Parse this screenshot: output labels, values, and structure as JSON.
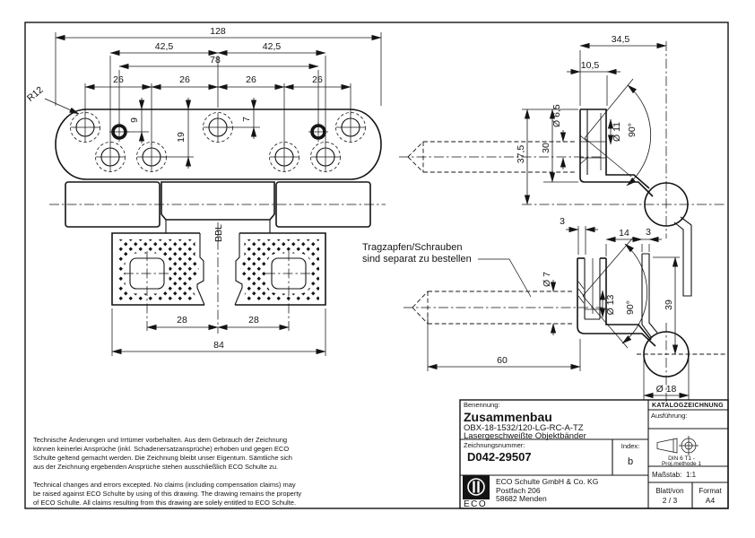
{
  "annotation": {
    "line1": "Tragzapfen/Schrauben",
    "line2": "sind separat zu bestellen"
  },
  "front_view": {
    "dim_128": "128",
    "dim_425": "42,5",
    "dim_78": "78",
    "dim_26": "26",
    "radius_r12": "R12",
    "dim_9": "9",
    "dim_19": "19",
    "dim_7": "7",
    "label_bbl": "BBL",
    "dim_28": "28",
    "dim_84": "84"
  },
  "side_view_top": {
    "dim_345": "34,5",
    "dim_105": "10,5",
    "dia_65": "Ø 6,5",
    "dia_11": "Ø 11",
    "angle_90": "90°",
    "dim_375": "37,5",
    "dim_30": "30"
  },
  "side_view_bottom": {
    "dim_3_wall": "3",
    "dim_14": "14",
    "dim_3_gap": "3",
    "dia_7": "Ø 7",
    "dia_13": "Ø 13",
    "angle_90": "90°",
    "dim_39": "39",
    "dim_60": "60",
    "dia_18": "Ø 18"
  },
  "notes": {
    "german": [
      "Technische Änderungen und Irrtümer vorbehalten. Aus dem Gebrauch der Zeichnung",
      "können keinerlei Ansprüche (inkl. Schadenersatzansprüche) erhoben und gegen ECO",
      "Schulte geltend gemacht werden. Die Zeichnung bleibt unser Eigentum. Sämtliche sich",
      "aus der Zeichnung ergebenden Ansprüche stehen ausschließlich ECO Schulte zu."
    ],
    "english": [
      "Technical changes and errors excepted. No claims (including compensation claims) may",
      "be raised against ECO Schulte by using of this drawing. The drawing remains the property",
      "of ECO Schulte. All claims resulting from this drawing are solely entitled to ECO Schulte."
    ]
  },
  "title_block": {
    "benennung_label": "Benennung:",
    "title": "Zusammenbau",
    "subtitle1": "OBX-18-1532/120-LG-RC-A-TZ",
    "subtitle2": "Lasergeschweißte Objektbänder",
    "zeichnungsnummer_label": "Zeichnungsnummer:",
    "drawing_number": "D042-29507",
    "index_label": "Index:",
    "index_value": "b",
    "katalog_label": "KATALOGZEICHNUNG",
    "ausfuehrung_label": "Ausführung:",
    "din_line1": "DIN 6 T1 -",
    "din_line2": "Proj.methode 1",
    "massstab_label": "Maßstab:",
    "massstab_value": "1:1",
    "blatt_label": "Blatt/von",
    "blatt_value": "2 / 3",
    "format_label": "Format",
    "format_value": "A4",
    "company_name": "ECO Schulte GmbH & Co. KG",
    "company_addr1": "Postfach 206",
    "company_addr2": "58682 Menden",
    "logo_text": "ECO"
  }
}
